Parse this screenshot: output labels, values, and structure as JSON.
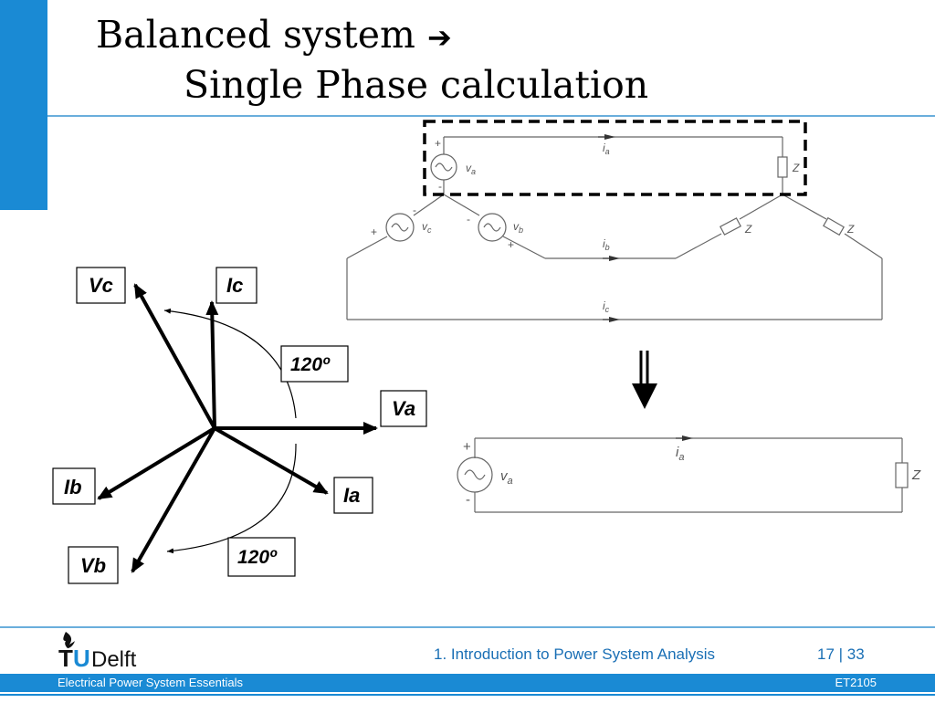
{
  "slide": {
    "title_line1": "Balanced system",
    "title_arrow": "➔",
    "title_line2": "Single Phase calculation"
  },
  "phasor": {
    "labels": {
      "vc": "Vc",
      "ic": "Ic",
      "va": "Va",
      "ia": "Ia",
      "ib": "Ib",
      "vb": "Vb",
      "angle_top": "120º",
      "angle_bottom": "120º"
    }
  },
  "circuit": {
    "three_phase": {
      "plus": "+",
      "minus": "-",
      "va": "v",
      "va_sub": "a",
      "vb": "v",
      "vb_sub": "b",
      "vc": "v",
      "vc_sub": "c",
      "ia": "i",
      "ia_sub": "a",
      "ib": "i",
      "ib_sub": "b",
      "ic": "i",
      "ic_sub": "c",
      "z": "Z"
    },
    "single_phase": {
      "plus": "+",
      "minus": "-",
      "va": "v",
      "va_sub": "a",
      "ia": "i",
      "ia_sub": "a",
      "z": "Z"
    }
  },
  "footer": {
    "logo_text": "TUDelft",
    "section": "1. Introduction to Power System Analysis",
    "page": "17 | 33",
    "course": "Electrical Power System Essentials",
    "code": "ET2105"
  }
}
